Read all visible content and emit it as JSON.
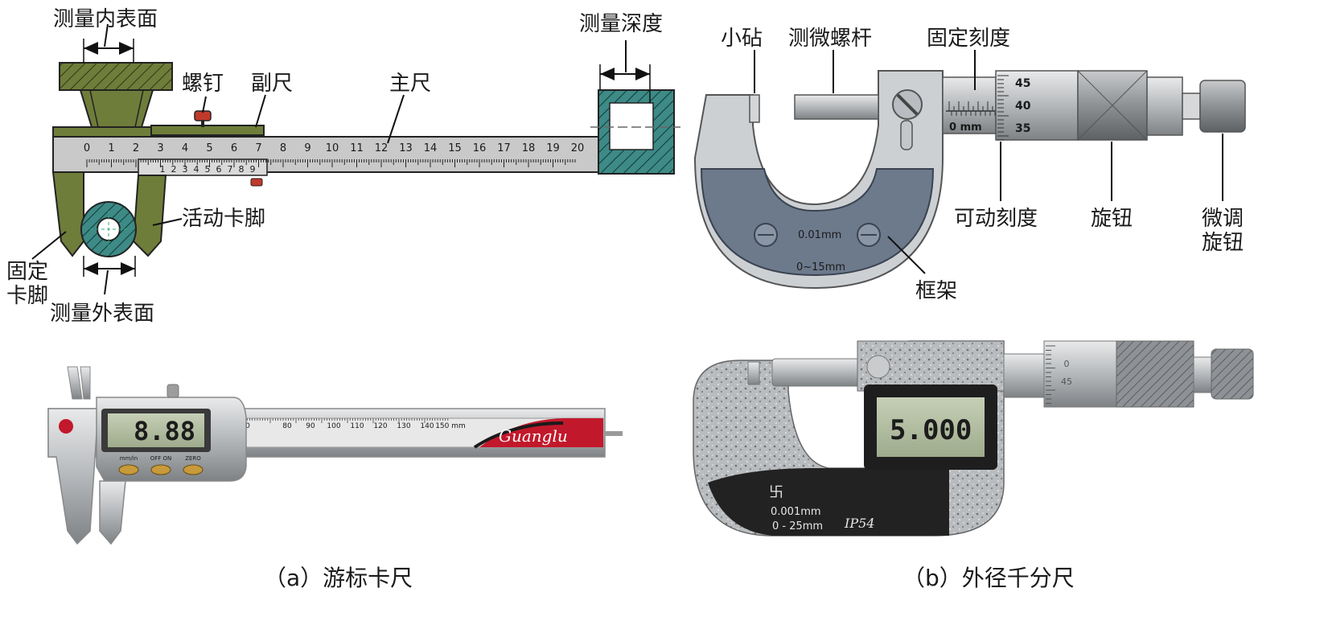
{
  "caliper_diagram": {
    "labels": {
      "measure_inner": "测量内表面",
      "measure_depth": "测量深度",
      "screw": "螺钉",
      "vernier_scale": "副尺",
      "main_scale": "主尺",
      "movable_jaw": "活动卡脚",
      "fixed_jaw_line1": "固定",
      "fixed_jaw_line2": "卡脚",
      "measure_outer": "测量外表面"
    },
    "main_ticks": [
      "0",
      "1",
      "2",
      "3",
      "4",
      "5",
      "6",
      "7",
      "8",
      "9",
      "10",
      "11",
      "12",
      "13",
      "14",
      "15",
      "16",
      "17",
      "18",
      "19",
      "20"
    ],
    "vernier_ticks": [
      "1",
      "2",
      "3",
      "4",
      "5",
      "6",
      "7",
      "8",
      "9"
    ]
  },
  "micrometer_diagram": {
    "labels": {
      "anvil": "小砧",
      "spindle": "测微螺杆",
      "sleeve_scale": "固定刻度",
      "thimble_scale": "可动刻度",
      "knob": "旋钮",
      "ratchet_line1": "微调",
      "ratchet_line2": "旋钮",
      "frame": "框架"
    },
    "thimble_ticks": [
      "45",
      "40",
      "35"
    ],
    "sleeve_unit": "0 mm",
    "frame_text_resolution": "0.01mm",
    "frame_text_range": "0~15mm"
  },
  "digital_caliper": {
    "display": "8.88",
    "buttons": [
      "mm/in",
      "OFF ON",
      "ZERO"
    ],
    "brand": "Guanglu",
    "scale_ticks": [
      "0",
      "80",
      "90",
      "100",
      "110",
      "120",
      "130",
      "140",
      "150 mm"
    ]
  },
  "digital_micrometer": {
    "display": "5.000",
    "resolution": "0.001mm",
    "range": "0 - 25mm",
    "ip_rating": "IP54",
    "thimble_ticks": [
      "0",
      "45"
    ]
  },
  "captions": {
    "a": "（a）游标卡尺",
    "b": "（b）外径千分尺"
  },
  "colors": {
    "caliper_body": "#6f7d3a",
    "caliper_scale": "#c9c9c9",
    "depth_hatch": "#2e7d7a",
    "frame_gray": "#cdd0d3",
    "frame_blue": "#6d7a8c",
    "brand_red": "#c2182b"
  }
}
